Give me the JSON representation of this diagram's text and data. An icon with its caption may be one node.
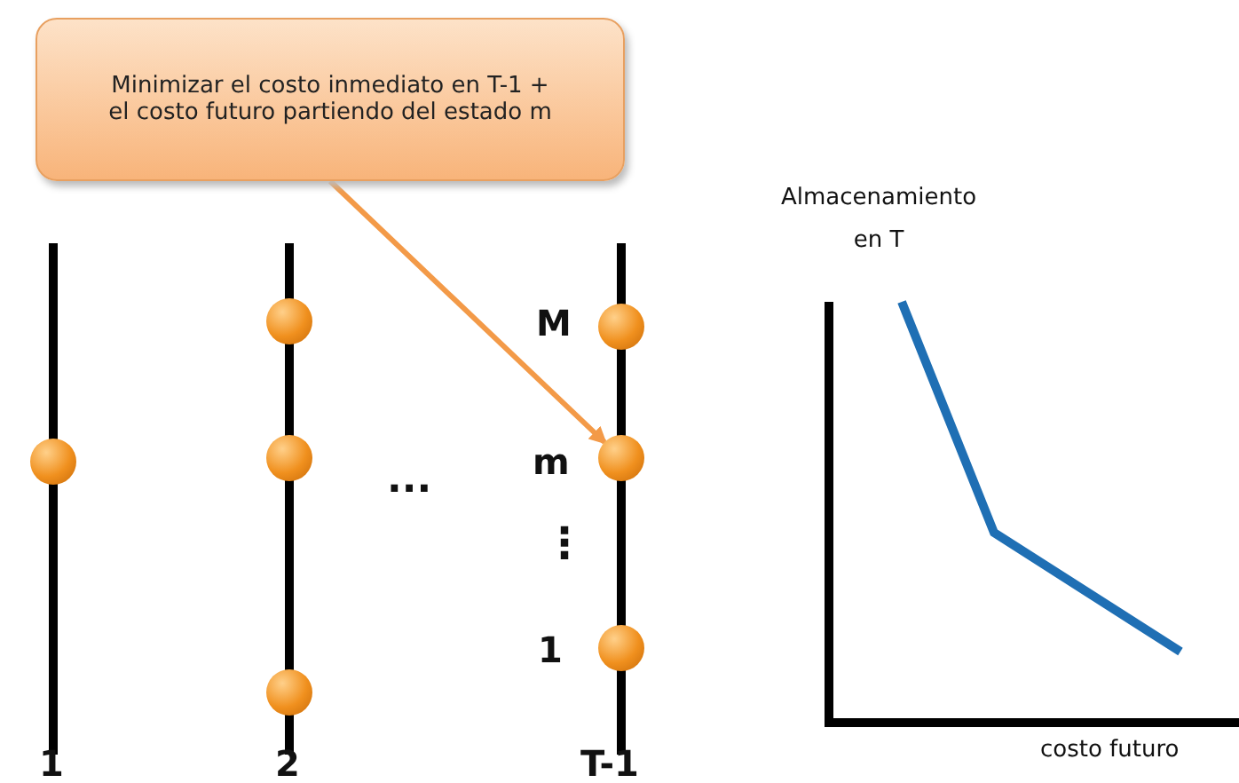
{
  "diagram": {
    "nodes": [
      {
        "text": [
          "Minimizar el costo inmediato en T-1 + el costo futuro partiendo del estado m"
        ]
      },
      {
        "text": [],
        "shape": "circle"
      },
      {
        "text": [],
        "shape": "circle"
      },
      {
        "text": [],
        "shape": "circle"
      },
      {
        "text": [],
        "shape": "circle"
      },
      {
        "text": [],
        "shape": "circle"
      },
      {
        "text": [],
        "shape": "circle"
      },
      {
        "text": [],
        "shape": "circle"
      }
    ],
    "edges": [
      {
        "from": 0,
        "to": 6,
        "arrow": "to"
      }
    ],
    "labels": [
      "Almacenamiento en T",
      "M",
      "m",
      "...",
      "⋮",
      "1",
      "1",
      "2",
      "T-1",
      "costo futuro"
    ]
  }
}
